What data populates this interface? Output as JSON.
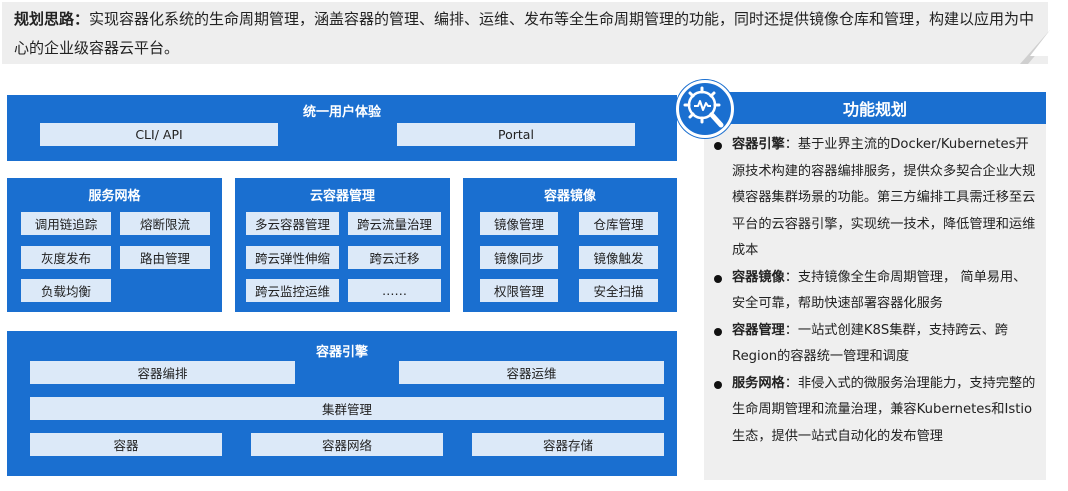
{
  "banner": {
    "label": "规划思路：",
    "text": "实现容器化系统的生命周期管理，涵盖容器的管理、编排、运维、发布等全生命周期管理的功能，同时还提供镜像仓库和管理，构建以应用为中心的企业级容器云平台。"
  },
  "user_experience": {
    "title": "统一用户体验",
    "items": [
      "CLI/ API",
      "Portal"
    ]
  },
  "service_mesh": {
    "title": "服务网格",
    "items": [
      "调用链追踪",
      "熔断限流",
      "灰度发布",
      "路由管理",
      "负载均衡"
    ]
  },
  "cloud_container": {
    "title": "云容器管理",
    "items": [
      "多云容器管理",
      "跨云流量治理",
      "跨云弹性伸缩",
      "跨云迁移",
      "跨云监控运维",
      "……"
    ]
  },
  "container_image": {
    "title": "容器镜像",
    "items": [
      "镜像管理",
      "仓库管理",
      "镜像同步",
      "镜像触发",
      "权限管理",
      "安全扫描"
    ]
  },
  "engine": {
    "title": "容器引擎",
    "items": [
      "容器编排",
      "容器运维",
      "集群管理",
      "容器",
      "容器网络",
      "容器存储"
    ]
  },
  "function_plan": {
    "title": "功能规划",
    "icon": "gear-magnifier-icon",
    "items": [
      {
        "label": "容器引擎",
        "text": "：基于业界主流的Docker/Kubernetes开源技术构建的容器编排服务，提供众多契合企业大规模容器集群场景的功能。第三方编排工具需迁移至云平台的云容器引擎，实现统一技术，降低管理和运维成本"
      },
      {
        "label": "容器镜像",
        "text": "：支持镜像全生命周期管理， 简单易用、安全可靠，帮助快速部署容器化服务"
      },
      {
        "label": "容器管理",
        "text": "：一站式创建K8S集群，支持跨云、跨Region的容器统一管理和调度"
      },
      {
        "label": "服务网格",
        "text": "：非侵入式的微服务治理能力，支持完整的生命周期管理和流量治理，兼容Kubernetes和Istio生态，提供一站式自动化的发布管理"
      }
    ]
  },
  "colors": {
    "primary": "#1a6fd0",
    "chip": "#dce9f8",
    "background": "#eeeeee"
  }
}
